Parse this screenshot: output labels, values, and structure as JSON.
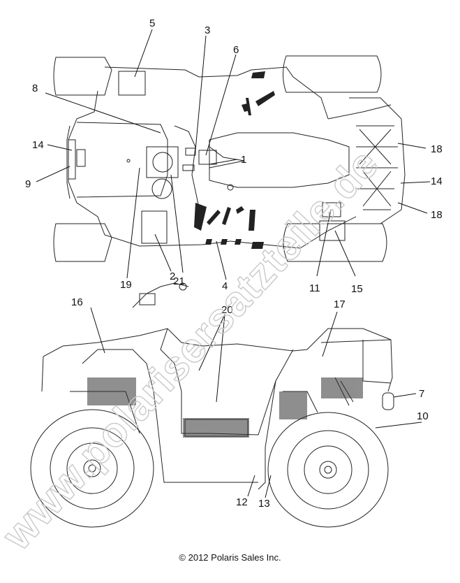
{
  "callouts": [
    "1",
    "2",
    "3",
    "4",
    "5",
    "6",
    "7",
    "8",
    "9",
    "10",
    "11",
    "12",
    "13",
    "14",
    "15",
    "16",
    "17",
    "18",
    "19",
    "20",
    "21"
  ],
  "copyright": "© 2012 Polaris Sales Inc.",
  "watermark": "www.polarisersatzteile.de"
}
